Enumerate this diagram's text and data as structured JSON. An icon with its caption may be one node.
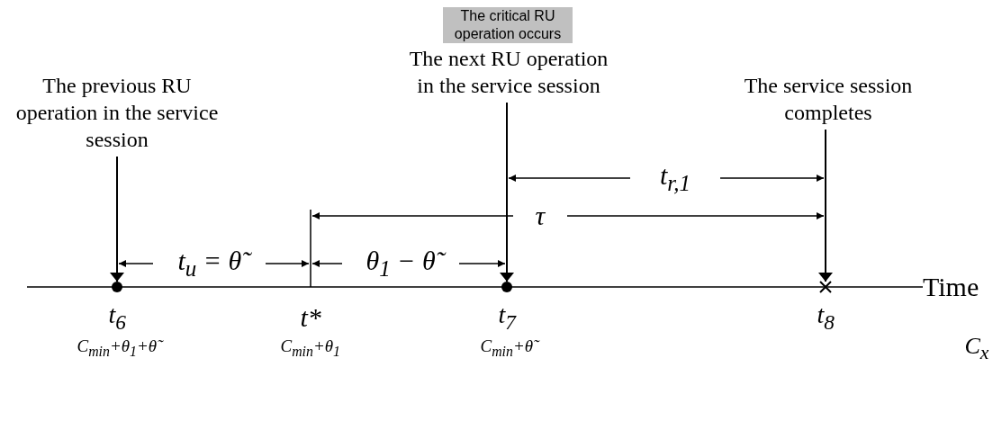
{
  "diagram": {
    "nodes": [
      {
        "text": [
          "The previous RU operation in the service session"
        ]
      },
      {
        "text": [
          "The critical RU operation occurs"
        ]
      },
      {
        "text": [
          "The next RU operation in the service session"
        ]
      },
      {
        "text": [
          "The service session completes"
        ]
      },
      {
        "text": [],
        "shape": "circle",
        "beside": [
          "t$_{6}$",
          "C$_{min}$+θ$_{1}$+θ̃"
        ]
      },
      {
        "text": [],
        "shape": "circle",
        "beside": [
          "t$_{7}$",
          "C$_{min}$+θ̃"
        ]
      },
      {
        "text": [],
        "shape": "cross",
        "beside": [
          "t$_{8}$"
        ]
      }
    ],
    "edges": [
      {
        "from": 0,
        "to": 4,
        "arrow": "to"
      },
      {
        "from": 2,
        "to": 5,
        "arrow": "to"
      },
      {
        "from": 3,
        "to": 6,
        "arrow": "to"
      }
    ],
    "labels": [
      "t$_{r,1}$",
      "τ",
      "t$_{u}$ = θ̃",
      "θ$_{1}$ − θ̃",
      "Time",
      "t*",
      "C$_{min}$+θ$_{1}$",
      "C$_{x}$"
    ]
  }
}
